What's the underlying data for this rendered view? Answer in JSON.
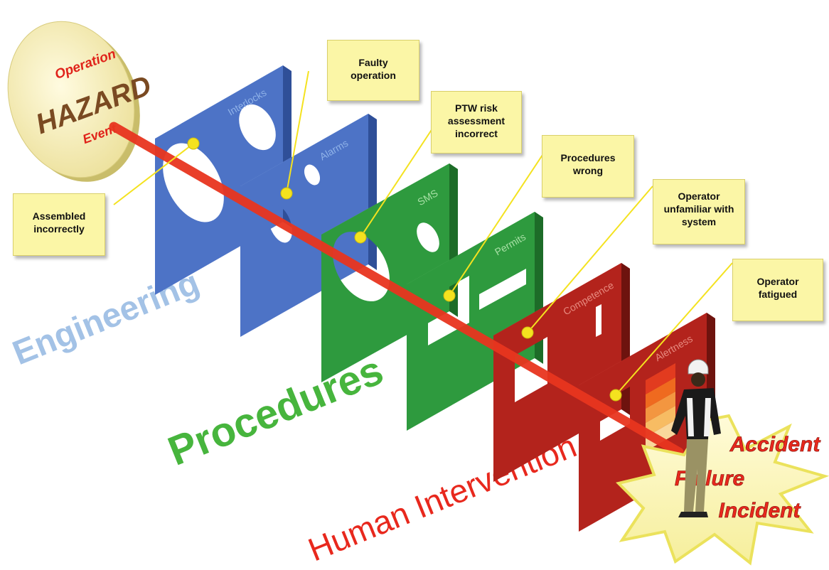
{
  "hazard": {
    "top_label": "Operation",
    "main_label": "HAZARD",
    "bottom_label": "Event"
  },
  "barriers": [
    {
      "label": "Interlocks",
      "color": "#4d73c6"
    },
    {
      "label": "Alarms",
      "color": "#4d73c6"
    },
    {
      "label": "SMS",
      "color": "#2e9a3e"
    },
    {
      "label": "Permits",
      "color": "#2e9a3e"
    },
    {
      "label": "Competence",
      "color": "#b3231c"
    },
    {
      "label": "Alertness",
      "color": "#b3231c"
    }
  ],
  "callouts": [
    {
      "text": "Assembled incorrectly"
    },
    {
      "text": "Faulty operation"
    },
    {
      "text": "PTW risk assessment incorrect"
    },
    {
      "text": "Procedures wrong"
    },
    {
      "text": "Operator unfamiliar with system"
    },
    {
      "text": "Operator fatigued"
    }
  ],
  "categories": {
    "engineering": {
      "label": "Engineering",
      "color": "#a3c2e6"
    },
    "procedures": {
      "label": "Procedures",
      "color": "#47b53d"
    },
    "human": {
      "label": "Human Intervention",
      "color": "#e8281d"
    }
  },
  "outcome": {
    "labels": [
      "Accident",
      "Failure",
      "Incident"
    ]
  },
  "colors": {
    "trajectory": "#e8351f",
    "marker": "#f4e21f",
    "callout_bg": "#fbf6a6",
    "hazard_disc": "#f7f2b0"
  }
}
